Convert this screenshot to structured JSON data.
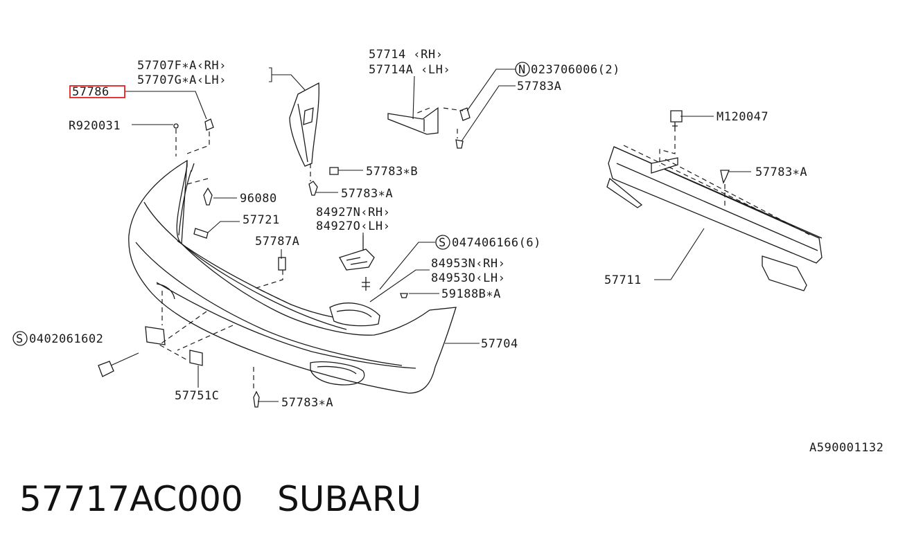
{
  "diagram": {
    "part_labels": {
      "bracket_rh": "57707F∗A‹RH›",
      "bracket_lh": "57707G∗A‹LH›",
      "clip_highlight": "57786",
      "screw_r": "R920031",
      "clip_96080": "96080",
      "seal_57721": "57721",
      "bracket_57787a": "57787A",
      "stay_rh": "57714  ‹RH›",
      "stay_lh": "57714A ‹LH›",
      "nut_n": "023706006(2)",
      "clip_57783a_top": "57783A",
      "clip_57783b": "57783∗B",
      "clip_57783a_mid": "57783∗A",
      "lamp_rh": "84927N‹RH›",
      "lamp_lh": "84927O‹LH›",
      "screw_s_right": "047406166(6)",
      "cover_rh": "84953N‹RH›",
      "cover_lh": "84953O‹LH›",
      "plug": "59188B∗A",
      "bumper_face": "57704",
      "screw_s_left": "0402061602",
      "under_cover": "57751C",
      "clip_bottom": "57783∗A",
      "bolt_m": "M120047",
      "clip_beam": "57783∗A",
      "beam": "57711",
      "symbol_n": "N",
      "symbol_s": "S"
    },
    "illustration_id": "A590001132",
    "footer": {
      "part_number": "57717AC000",
      "brand": "SUBARU"
    },
    "highlight_color": "#e02020"
  }
}
